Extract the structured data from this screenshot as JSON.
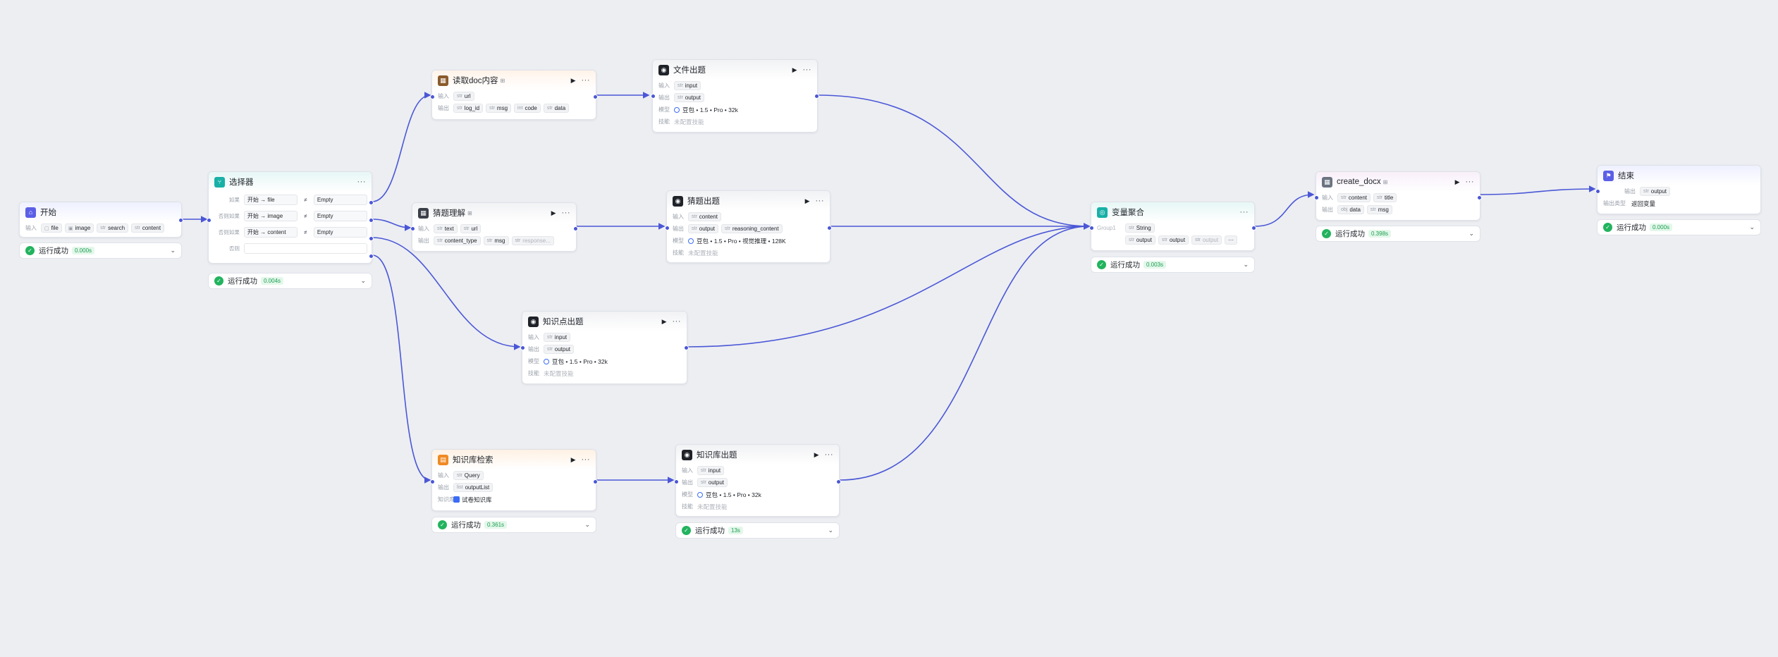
{
  "labels": {
    "input": "输入",
    "output": "输出",
    "model": "模型",
    "skill": "技能",
    "skill_empty": "未配置技能",
    "kb": "知识库",
    "group": "Group1",
    "output_type": "输出类型",
    "if": "如果",
    "elif": "否则如果",
    "else": "否则",
    "op": "≠",
    "empty": "Empty",
    "status_ok": "运行成功",
    "run": "▶",
    "more": "···",
    "chevron": "⌄",
    "edit_mark": "⊞",
    "type_file": "file",
    "type_image": "image",
    "type_str": "str",
    "type_int": "int",
    "type_list": "list",
    "type_obj": "obj"
  },
  "nodes": {
    "start": {
      "title": "开始",
      "inputs": [
        "file",
        "image",
        "search",
        "content"
      ],
      "status_time": "0.000s"
    },
    "selector": {
      "title": "选择器",
      "conditions": [
        {
          "label": "如果",
          "var": "开始 → file",
          "op": "≠",
          "val": "Empty"
        },
        {
          "label": "否则如果",
          "var": "开始 → image",
          "op": "≠",
          "val": "Empty"
        },
        {
          "label": "否则如果",
          "var": "开始 → content",
          "op": "≠",
          "val": "Empty"
        }
      ],
      "else_label": "否则",
      "status_time": "0.004s"
    },
    "read_doc": {
      "title": "读取doc内容",
      "inputs": [
        "url"
      ],
      "outputs": [
        "log_id",
        "msg",
        "code",
        "data"
      ]
    },
    "guess_understand": {
      "title": "猜题理解",
      "inputs": [
        "text",
        "url"
      ],
      "outputs": [
        "content_type",
        "msg",
        "response..."
      ]
    },
    "kp_question": {
      "title": "知识点出题",
      "input": "input",
      "output": "output",
      "model": "豆包 • 1.5 • Pro • 32k"
    },
    "kb_search": {
      "title": "知识库检索",
      "input": "Query",
      "output": "outputList",
      "kb": "试卷知识库",
      "status_time": "0.361s"
    },
    "file_question": {
      "title": "文件出题",
      "input": "input",
      "output": "output",
      "model": "豆包 • 1.5 • Pro • 32k"
    },
    "guess_question": {
      "title": "猜题出题",
      "input": "content",
      "outputs": [
        "output",
        "reasoning_content"
      ],
      "model": "豆包 • 1.5 • Pro • 视觉推理 • 128K"
    },
    "kb_question": {
      "title": "知识库出题",
      "input": "input",
      "output": "output",
      "model": "豆包 • 1.5 • Pro • 32k",
      "status_time": "13s"
    },
    "aggregate": {
      "title": "变量聚合",
      "type": "String",
      "outputs": [
        "output",
        "output",
        "output"
      ],
      "status_time": "0.003s"
    },
    "create_docx": {
      "title": "create_docx",
      "inputs": [
        "content",
        "title"
      ],
      "outputs": [
        "data",
        "msg"
      ],
      "status_time": "0.398s"
    },
    "end": {
      "title": "结束",
      "output": "output",
      "output_type_value": "返回变量",
      "status_time": "0.000s"
    }
  },
  "colors": {
    "edge": "#4b57d6",
    "success": "#22b35e",
    "canvas": "#eceef2",
    "start_icon": "#5b5fe6",
    "selector_icon": "#17b0a6",
    "plugin_icon": "#e0793a",
    "llm_icon": "#1f2329",
    "kb_icon": "#f08a24",
    "agg_icon": "#17b0a6",
    "end_icon": "#5b5fe6"
  }
}
